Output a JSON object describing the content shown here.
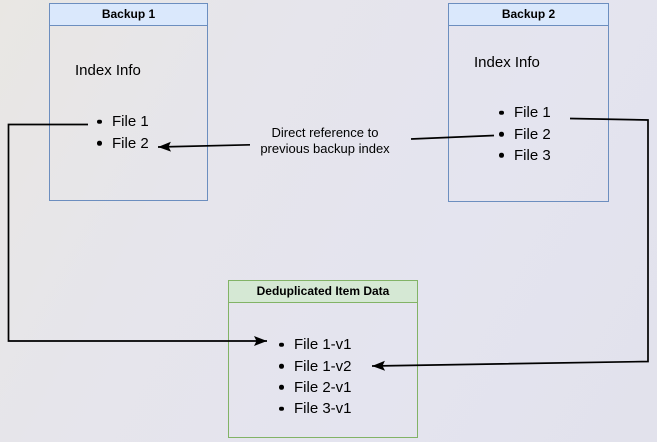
{
  "colors": {
    "background_start": "#e9e7e3",
    "background_end": "#e2e2ec",
    "blue_header_fill": "#dae8fc",
    "blue_border": "#6c8ebf",
    "green_header_fill": "#d5e8d4",
    "green_border": "#82b366",
    "edge_color": "#000000",
    "text_color": "#000000"
  },
  "backup1": {
    "title": "Backup 1",
    "section_label": "Index Info",
    "files": [
      "File 1",
      "File 2"
    ]
  },
  "backup2": {
    "title": "Backup 2",
    "section_label": "Index Info",
    "files": [
      "File 1",
      "File 2",
      "File 3"
    ]
  },
  "dedup": {
    "title": "Deduplicated Item Data",
    "items": [
      "File 1-v1",
      "File 1-v2",
      "File 2-v1",
      "File 3-v1"
    ]
  },
  "edge_label": {
    "line1": "Direct reference to",
    "line2": "previous backup index"
  },
  "edges": [
    {
      "from": "Backup 1 / File 1",
      "to": "Deduplicated Item Data / File 1-v1",
      "label": ""
    },
    {
      "from": "Backup 2 / File 1",
      "to": "Deduplicated Item Data / File 1-v2",
      "label": ""
    },
    {
      "from": "Backup 2 / File 2",
      "to": "Backup 1 / File 2",
      "label": "Direct reference to previous backup index"
    }
  ]
}
